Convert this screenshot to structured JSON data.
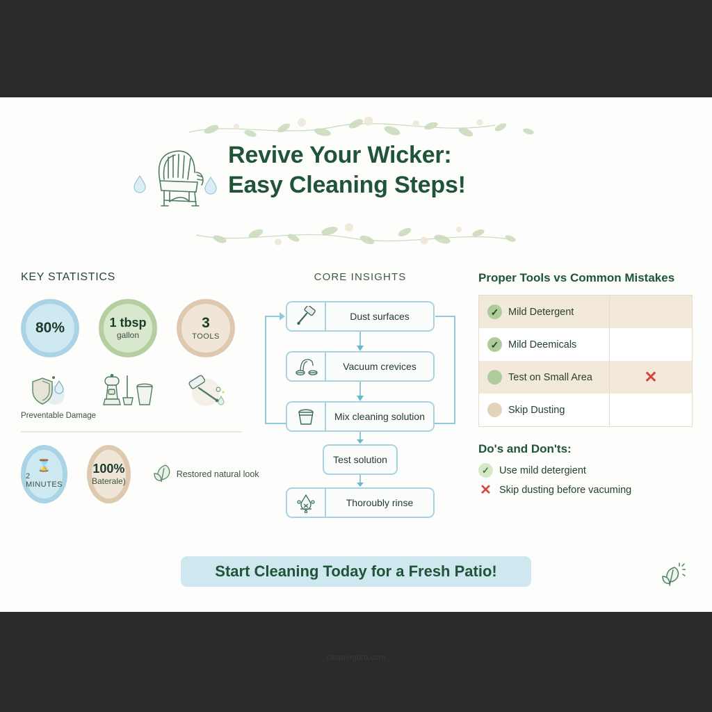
{
  "footer": {
    "watermark": "cleaningbro.com"
  },
  "header": {
    "title_line1": "Revive Your Wicker:",
    "title_line2": "Easy Cleaning Steps!",
    "chair_icon": "wicker-chair-icon"
  },
  "key_statistics": {
    "heading": "KEY STATISTICS",
    "stats": [
      {
        "value": "80%",
        "sub": "",
        "color": "#cfe9f2",
        "ring": "#a8d4e4"
      },
      {
        "value": "1 tbsp",
        "sub": "gallon",
        "color": "#dae7cf",
        "ring": "#b6cda2"
      },
      {
        "value": "3",
        "sub": "TOOLS",
        "color": "#f0e6d8",
        "ring": "#dcc9b0"
      }
    ],
    "icons": [
      {
        "icon": "shield-water-drop-icon",
        "label": "Preventable Damage"
      },
      {
        "icon": "vacuum-mop-bucket-icon",
        "label": ""
      },
      {
        "icon": "brush-spray-icon",
        "label": ""
      }
    ],
    "lower": [
      {
        "glyph": "hourglass-icon",
        "label": "2 MINUTES",
        "color": "#cfe9f2",
        "ring": "#a8d4e4"
      },
      {
        "value": "100%",
        "sub": "Bateralе)",
        "color": "#f0e6d8",
        "ring": "#dcc9b0"
      }
    ],
    "lower_note": {
      "icon": "leaf-icon",
      "text": "Restored natural look"
    }
  },
  "core_insights": {
    "heading": "CORE INSIGHTS",
    "steps": [
      {
        "label": "Dust surfaces",
        "icon": "brush-icon"
      },
      {
        "label": "Vacuum crevices",
        "icon": "vacuum-icon"
      },
      {
        "label": "Mix cleaning solution",
        "icon": "bucket-icon"
      },
      {
        "label": "Test solution",
        "icon": ""
      },
      {
        "label": "Thoroubly rinse",
        "icon": "water-spray-icon"
      }
    ]
  },
  "comparison": {
    "heading": "Proper Tools vs Common Mistakes",
    "rows": [
      {
        "label": "Mild Detergent",
        "marker": "check",
        "marker_color": "#aecb9a",
        "right": "",
        "shaded": true
      },
      {
        "label": "Mild Deemicals",
        "marker": "check",
        "marker_color": "#aecb9a",
        "right": "",
        "shaded": false
      },
      {
        "label": "Test on Small Area",
        "marker": "dot",
        "marker_color": "#aecb9a",
        "right": "✕",
        "shaded": true
      },
      {
        "label": "Skip Dusting",
        "marker": "dot",
        "marker_color": "#e3d3bc",
        "right": "",
        "shaded": false
      }
    ]
  },
  "dos_and_donts": {
    "heading": "Do's and Don'ts:",
    "items": [
      {
        "type": "do",
        "text": "Use mild detergient"
      },
      {
        "type": "dont",
        "text": "Skip dusting before vacuming"
      }
    ]
  },
  "cta": {
    "text": "Start Cleaning Today for a Fresh Patio!"
  },
  "brand": {
    "icon": "leaf-sparkle-icon"
  },
  "colors": {
    "dark_green": "#1f5438",
    "blue_accent": "#a9d3e0",
    "beige": "#f0e6d8",
    "red": "#d64545",
    "canvas": "#fdfdfb",
    "letterbox": "#2b2b2b"
  }
}
